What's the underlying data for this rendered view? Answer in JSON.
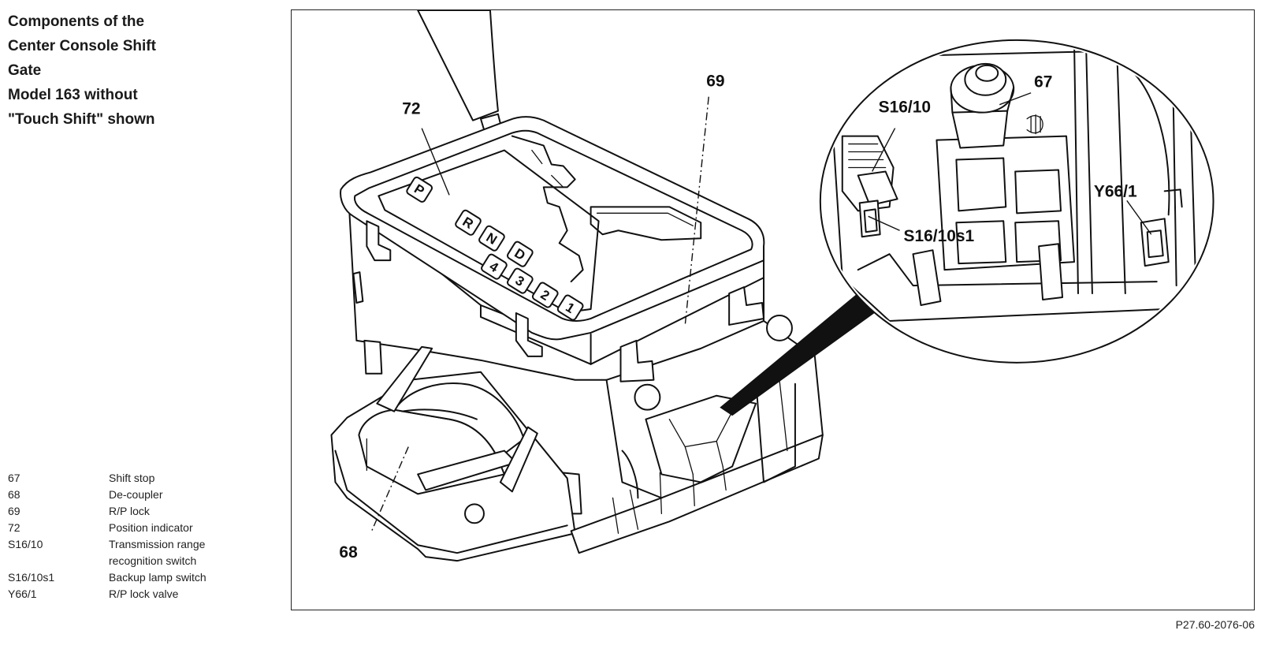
{
  "title_lines": [
    "Components of the",
    "Center Console Shift",
    "Gate",
    "Model 163 without",
    "\"Touch Shift\" shown"
  ],
  "legend": [
    {
      "code": "67",
      "desc": "Shift stop"
    },
    {
      "code": "68",
      "desc": "De-coupler"
    },
    {
      "code": "69",
      "desc": "R/P lock"
    },
    {
      "code": "72",
      "desc": "Position indicator"
    },
    {
      "code": "S16/10",
      "desc": "Transmission range recognition switch"
    },
    {
      "code": "S16/10s1",
      "desc": "Backup lamp switch"
    },
    {
      "code": "Y66/1",
      "desc": "R/P lock valve"
    }
  ],
  "callouts": {
    "c72": "72",
    "c69": "69",
    "c68": "68",
    "c67": "67",
    "cS1610": "S16/10",
    "cS1610s1": "S16/10s1",
    "cY661": "Y66/1"
  },
  "gate_letters": {
    "p": "P",
    "r": "R",
    "n": "N",
    "d": "D",
    "four": "4",
    "three": "3",
    "two": "2",
    "one": "1"
  },
  "figure_ref": "P27.60-2076-06"
}
